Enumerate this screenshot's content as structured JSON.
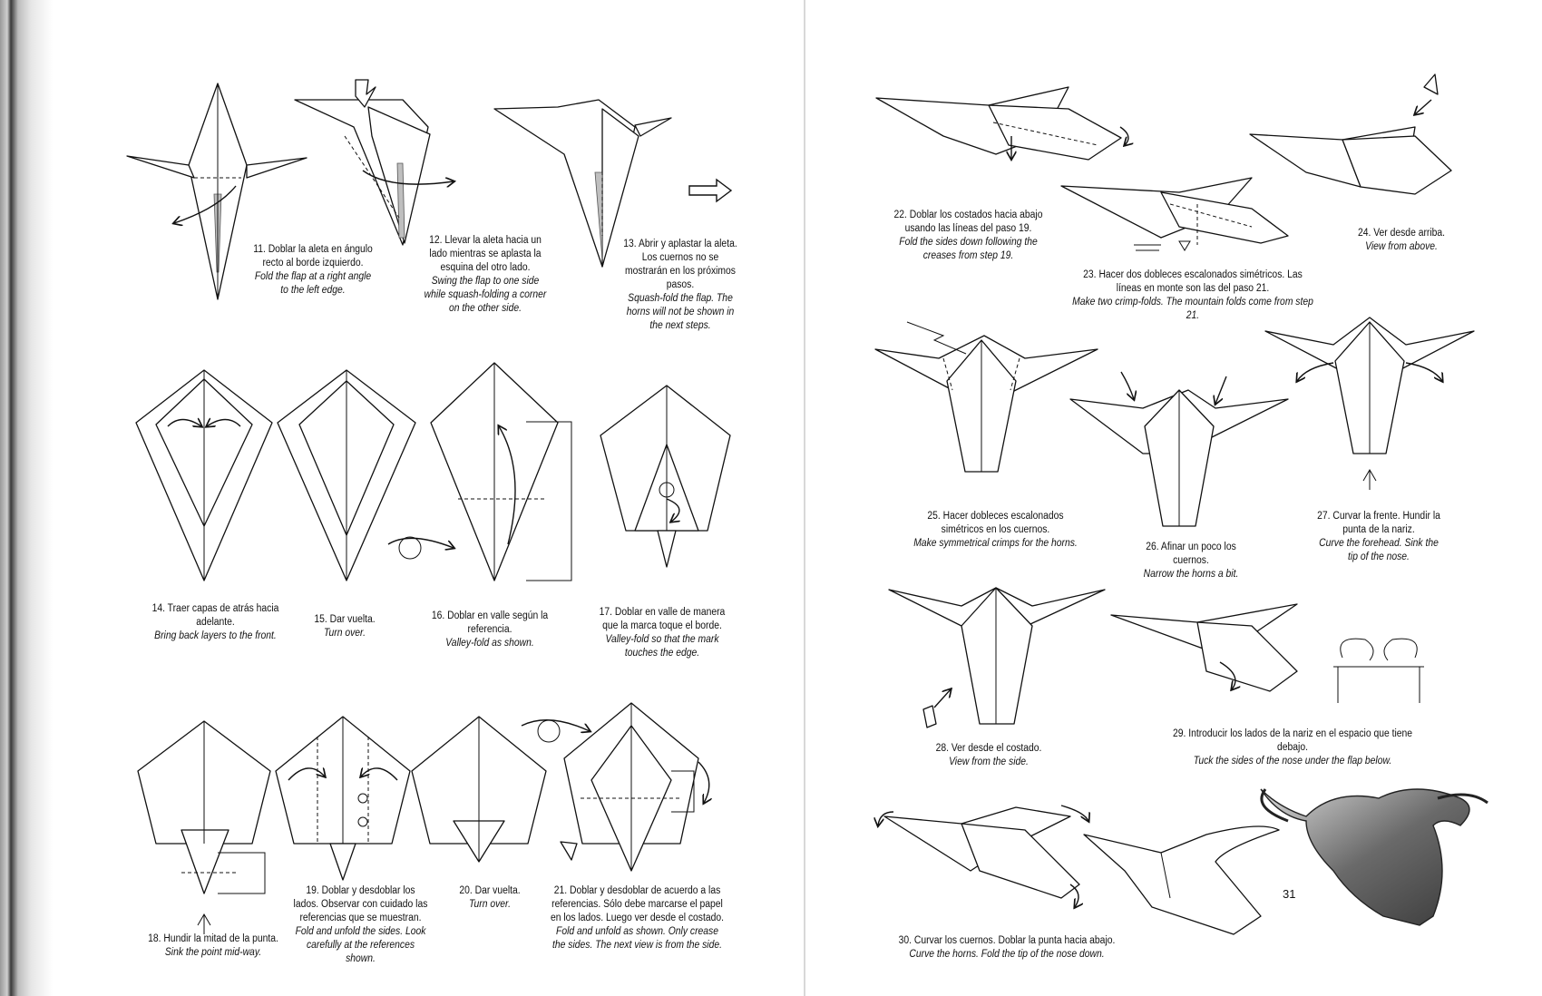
{
  "page_number": "31",
  "steps": [
    {
      "n": "11",
      "es": "11. Doblar la aleta en ángulo recto al borde izquierdo.",
      "en": "Fold the flap at a right angle to the left edge."
    },
    {
      "n": "12",
      "es": "12. Llevar la aleta hacia un lado mientras se aplasta la esquina del otro lado.",
      "en": "Swing the flap to one side while squash-folding a corner on the other side."
    },
    {
      "n": "13",
      "es": "13. Abrir y aplastar la aleta. Los cuernos no se mostrarán en los próximos pasos.",
      "en": "Squash-fold the flap. The horns will not be shown in the next steps."
    },
    {
      "n": "14",
      "es": "14. Traer capas de atrás hacia adelante.",
      "en": "Bring back layers to the front."
    },
    {
      "n": "15",
      "es": "15. Dar vuelta.",
      "en": "Turn over."
    },
    {
      "n": "16",
      "es": "16. Doblar en valle según la referencia.",
      "en": "Valley-fold as shown."
    },
    {
      "n": "17",
      "es": "17. Doblar en valle de manera que la marca toque el borde.",
      "en": "Valley-fold so that the mark touches the edge."
    },
    {
      "n": "18",
      "es": "18. Hundir la mitad de la punta.",
      "en": "Sink the point mid-way."
    },
    {
      "n": "19",
      "es": "19. Doblar y desdoblar los lados. Observar con cuidado las referencias que se muestran.",
      "en": "Fold and unfold the sides. Look carefully at the references shown."
    },
    {
      "n": "20",
      "es": "20. Dar vuelta.",
      "en": "Turn over."
    },
    {
      "n": "21",
      "es": "21. Doblar y desdoblar de acuerdo a las referencias. Sólo debe marcarse el papel en los lados. Luego ver desde el costado.",
      "en": "Fold and unfold as shown. Only crease the sides. The next view is from the side."
    },
    {
      "n": "22",
      "es": "22. Doblar los costados hacia abajo usando las líneas del paso 19.",
      "en": "Fold the sides down following the creases from step 19."
    },
    {
      "n": "23",
      "es": "23. Hacer dos dobleces escalonados simétricos. Las líneas en monte son las del paso 21.",
      "en": "Make two crimp-folds. The mountain folds come from step 21."
    },
    {
      "n": "24",
      "es": "24. Ver desde arriba.",
      "en": "View from above."
    },
    {
      "n": "25",
      "es": "25. Hacer dobleces escalonados simétricos en los cuernos.",
      "en": "Make symmetrical crimps for the horns."
    },
    {
      "n": "26",
      "es": "26. Afinar un poco los cuernos.",
      "en": "Narrow the horns a bit."
    },
    {
      "n": "27",
      "es": "27. Curvar la frente. Hundir la punta de la nariz.",
      "en": "Curve the forehead. Sink the tip of the nose."
    },
    {
      "n": "28",
      "es": "28. Ver desde el costado.",
      "en": "View from the side."
    },
    {
      "n": "29",
      "es": "29. Introducir los lados de la nariz en el espacio que tiene debajo.",
      "en": "Tuck the sides of the nose under the flap below."
    },
    {
      "n": "30",
      "es": "30. Curvar los cuernos. Doblar la punta hacia abajo.",
      "en": "Curve the horns. Fold the tip of the nose down."
    }
  ]
}
